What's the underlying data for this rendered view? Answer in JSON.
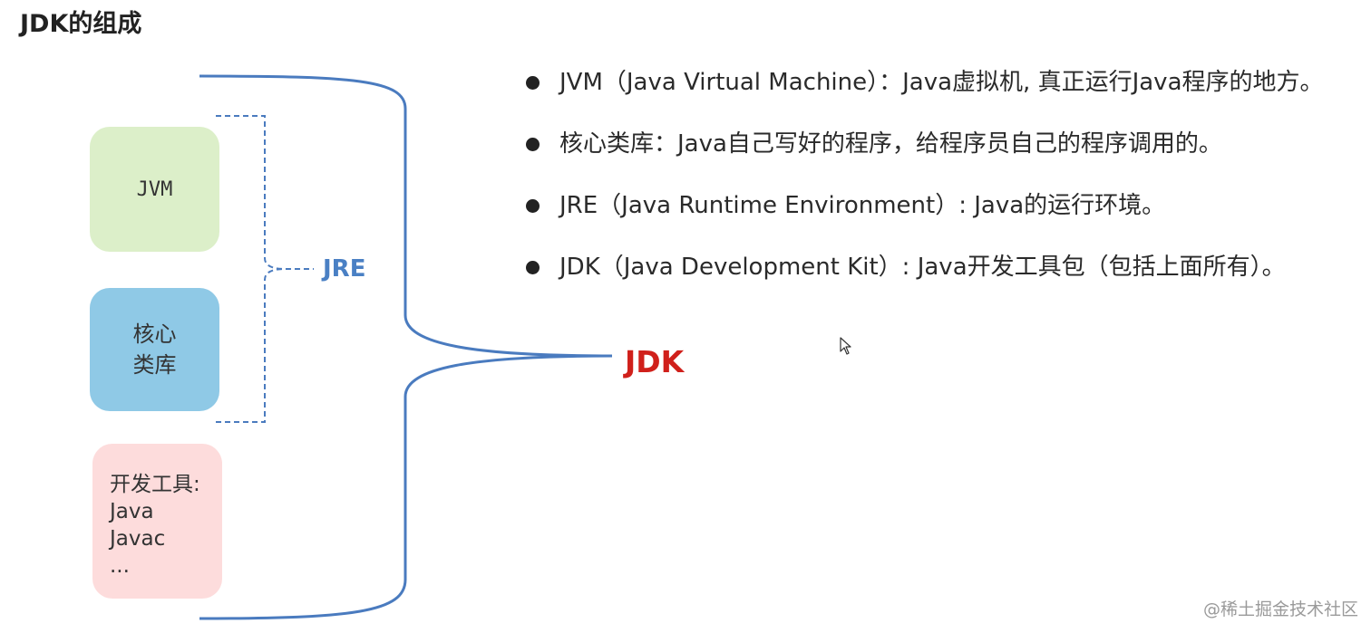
{
  "title": "JDK的组成",
  "boxes": {
    "jvm": "JVM",
    "core_lib_line1": "核心",
    "core_lib_line2": "类库",
    "dev_tools": [
      "开发工具:",
      "Java",
      "Javac",
      "..."
    ]
  },
  "labels": {
    "jre": "JRE",
    "jdk": "JDK"
  },
  "bullets": [
    "JVM（Java Virtual Machine）：Java虚拟机, 真正运行Java程序的地方。",
    "核心类库：Java自己写好的程序，给程序员自己的程序调用的。",
    "JRE（Java Runtime Environment）: Java的运行环境。",
    "JDK（Java Development Kit）: Java开发工具包（包括上面所有）。"
  ],
  "watermark": "@稀土掘金技术社区",
  "colors": {
    "jvm_box": "#dcefc9",
    "core_lib_box": "#8fc9e6",
    "dev_tools_box": "#fddcdc",
    "bracket": "#4a7bbf",
    "jre_label": "#4a80c4",
    "jdk_label": "#d0201b"
  },
  "icons": {
    "cursor": "mouse-pointer-icon",
    "bullet": "bullet-dot-icon"
  }
}
